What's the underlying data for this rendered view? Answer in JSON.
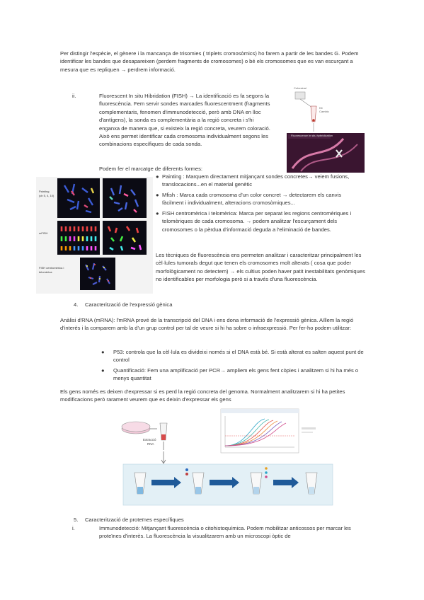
{
  "intro": {
    "text": "Per distingir l'espècie, el gènere i la mancança de trisomies ( triplets cromosòmics) ho farem a partir de les bandes G. Podem identificar les bandes que desapareixen (perdem fragments de cromosomes) o bé els cromosomes que es van escurçant a mesura que es repliquen → perdrem informació."
  },
  "item_ii": {
    "marker": "ii.",
    "text": "Fluorescent In situ Hibridation (FISH) → La identificació es fa segons la fluorescència. Fem servir sondes marcades fluorescentment (fragments complementaris, fenomen d'immunodetecció, però amb DNA en lloc d'antígens), la sonda es complementària a la regió concreta i s'hi enganxa de manera que, si existeix la regió concreta, veurem coloració. Això ens permet identificar cada cromosoma individualment segons les combinacions específiques de cada sonda.",
    "text2": "Podem fer el marcatge de diferents formes:"
  },
  "fish_bullets": [
    "Painting : Marquem directament mitjançant sondes concretes→ veiem fusions, translocacions...en el material genètic",
    "Mfish : Marca cada cromosoma d'un color concret → detectarem els canvis fàcilment i individualment, alteracions cromosòmiques...",
    "FISH centromèrica i telomèrica: Marca per separat les regions centromèriques i telomèriques de cada cromosoma. → podem analitzar l'escurçament dels cromosomes o la pèrdua d'informació deguda a l'eliminació de bandes."
  ],
  "fish_tecniques": "Les tècniques de fluorescència ens permeten analitzar i caracteritzar principalment les cèl·lules tumorals degut que tenen els cromosomes molt alterats ( cosa que poder morfològicament no detectem) → els cultius poden haver patit inestabilitats genòmiques no identificables per morfologia però si a través d'una fluorescència.",
  "fish_figure_labels": {
    "painting": "Painting",
    "painting_sub": "(ch 5, 4, 10)",
    "mfish": "mFISH",
    "centro": "FISH centromèrica i",
    "telo": "telomèrica"
  },
  "diagram_top_right": {
    "label_top": "Cohesinal",
    "label_mid": "Kit",
    "label_mid2": "Cambio",
    "label_hybrid": "Fluorescence in situ hybridization"
  },
  "section4": {
    "number": "4.",
    "title": "Caracterització de l'expressió gènica"
  },
  "mrna": {
    "text": "Anàlisi d'RNA (mRNA): l'mRNA prové de la transcripció del DNA i ens dona informació de l'expressió gènica. Aïllem la regió d'interès i la comparem amb la d'un grup control per tal de veure si hi ha sobre o infraexpressió. Per fer-ho podem utilitzar:"
  },
  "mrna_bullets": [
    "P53: controla que la cèl·lula es divideixi només si el DNA està bé. Si està alterat es salten aquest punt de control",
    "Quantificació: Fem una amplificació per PCR→ ampliem els gens fent còpies i analitzem si hi ha més o menys quantitat"
  ],
  "genes_text": "Els gens només es deixen d'expressar si es perd la regió concreta del genoma. Normalment analitzarem si hi ha petites modificacions però rarament veurem que es deixin d'expressar els gens",
  "rna_figure": {
    "label_extraction": "Extracció",
    "label_rna": "RNA"
  },
  "section5": {
    "number": "5.",
    "title": "Caracterització de proteïnes específiques"
  },
  "item_i": {
    "marker": "i.",
    "text": "Immunodetecció: Mitjançant fluorescència o citohistoquímica. Podem mobilitzar anticossos per marcar les proteïnes d'interès. La fluorescència la visualitzarem amb un microscopi òptic de"
  },
  "colors": {
    "text": "#333333",
    "pcr_curves": [
      "#2ea6c9",
      "#3fb4a8",
      "#e0574a",
      "#e88a3a",
      "#7a63c2",
      "#d14b8a"
    ],
    "gel_blue": "#1f5a99"
  }
}
